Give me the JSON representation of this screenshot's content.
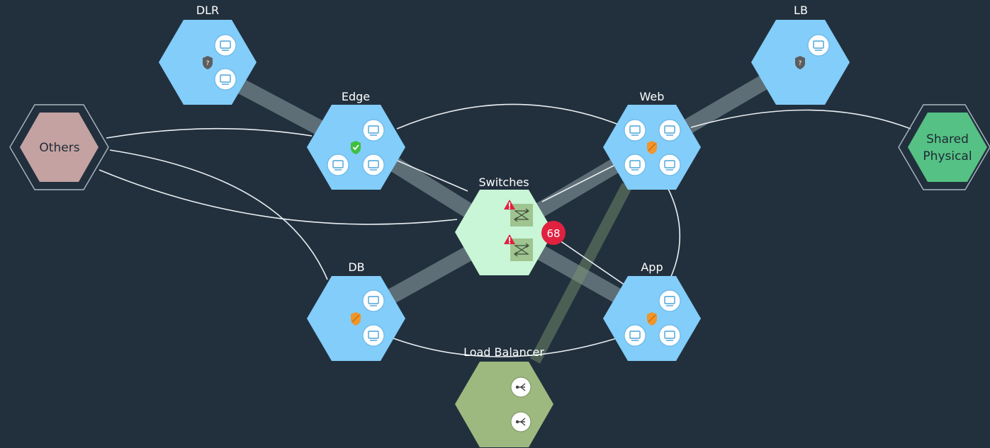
{
  "nodes": {
    "dlr": {
      "label": "DLR",
      "shield_color": "#5d5d5d"
    },
    "lb": {
      "label": "LB",
      "shield_color": "#5d5d5d"
    },
    "edge": {
      "label": "Edge",
      "shield_color": "#3fbf3f"
    },
    "web": {
      "label": "Web",
      "shield_color": "#f0962a"
    },
    "switches": {
      "label": "Switches",
      "alert_count": "68",
      "alert_color": "#e0213f"
    },
    "db": {
      "label": "DB",
      "shield_color": "#f0962a"
    },
    "app": {
      "label": "App",
      "shield_color": "#f0962a"
    },
    "load_balancer": {
      "label": "Load Balancer"
    },
    "others": {
      "label": "Others",
      "fill": "#c4a2a2"
    },
    "shared_physical": {
      "label_line1": "Shared",
      "label_line2": "Physical",
      "fill": "#55c184"
    }
  },
  "colors": {
    "background": "#22303d",
    "group_hex": "#82cdfa",
    "switch_hex": "#c8f6d6",
    "load_balancer_hex": "#9eb97f"
  },
  "icons": {
    "vm": "vm-icon",
    "shield": "shield-icon",
    "switch": "switch-icon",
    "warning": "warning-icon",
    "load_balancer": "load-balancer-icon"
  }
}
